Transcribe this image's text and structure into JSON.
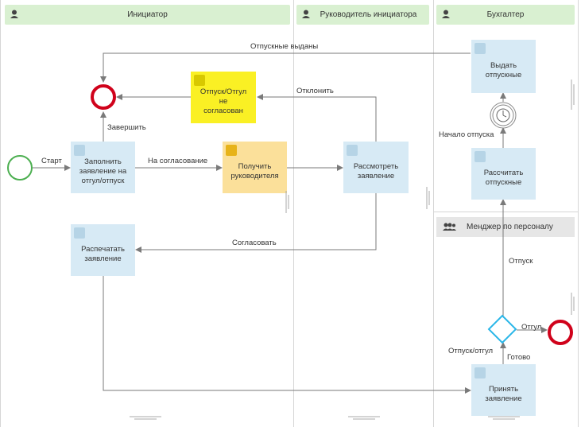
{
  "lanes": [
    {
      "title": "Инициатор",
      "icon": "user-icon"
    },
    {
      "title": "Руководитель инициатора",
      "icon": "user-icon"
    },
    {
      "title": "Бухгалтер",
      "icon": "user-icon"
    }
  ],
  "sublane": {
    "title": "Менджер по персоналу",
    "icon": "group-icon"
  },
  "tasks": {
    "fill_application": "Заполнить\nзаявление на\nотгул/отпуск",
    "leave_rejected": "Отпуск/Отгул\nне\nсогласован",
    "get_manager": "Получить\nруководителя",
    "review_application": "Рассмотреть\nзаявление",
    "print_application": "Распечатать\nзаявление",
    "issue_vacation_pay": "Выдать\nотпускные",
    "calculate_vacation_pay": "Рассчитать\nотпускные",
    "accept_application": "Принять\nзаявление"
  },
  "flow_labels": {
    "start": "Старт",
    "to_approval": "На согласование",
    "finish": "Завершить",
    "reject": "Отклонить",
    "approve": "Согласовать",
    "vacation_pay_issued": "Отпускные выданы",
    "vacation_start": "Начало отпуска",
    "vacation": "Отпуск",
    "day_off": "Отгул",
    "vacation_day_off": "Отпуск/отгул",
    "done": "Готово"
  },
  "colors": {
    "lane_header": "#d9f0d1",
    "task": "#d7eaf5",
    "task_warning": "#faf024",
    "task_script": "#fbe09a",
    "start_event": "#4caf50",
    "end_event": "#d0021b",
    "gateway": "#29b6e8",
    "flow": "#7a7a7a"
  }
}
